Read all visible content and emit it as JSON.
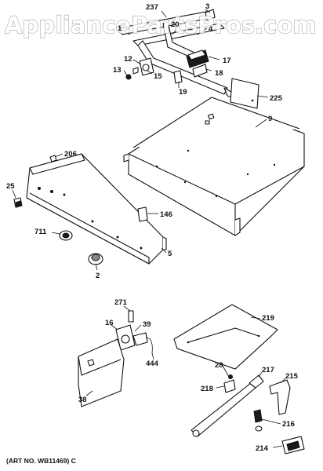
{
  "watermark": "AppliancePartsPros.com",
  "art_number": "(ART NO. WB11469) C",
  "callouts": {
    "c237": "237",
    "c3": "3",
    "c1": "1",
    "c20": "20",
    "c4": "4",
    "c12": "12",
    "c17": "17",
    "c13": "13",
    "c15": "15",
    "c18": "18",
    "c19": "19",
    "c225": "225",
    "c9": "9",
    "c206": "206",
    "c25": "25",
    "c146": "146",
    "c711": "711",
    "c5": "5",
    "c2": "2",
    "c271": "271",
    "c16": "16",
    "c39": "39",
    "c219": "219",
    "c444": "444",
    "c38": "38",
    "c28": "28",
    "c217": "217",
    "c215": "215",
    "c218": "218",
    "c216": "216",
    "c214": "214"
  }
}
